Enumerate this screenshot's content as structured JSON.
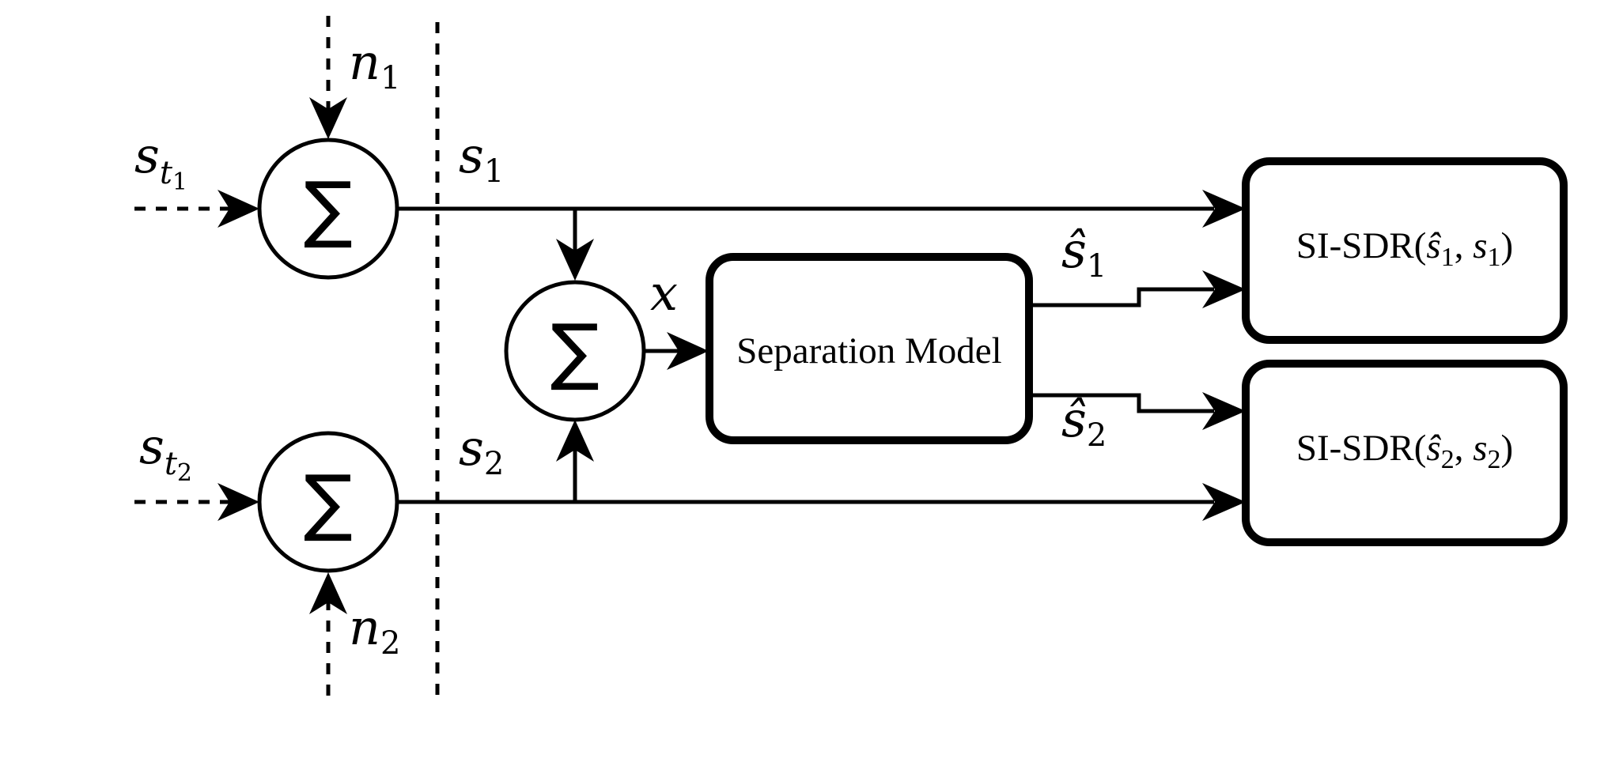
{
  "summing_nodes": {
    "top": "∑",
    "bottom": "∑",
    "mix": "∑"
  },
  "labels": {
    "st1_base": "s",
    "st1_sub": "t",
    "st1_subsub": "1",
    "st2_base": "s",
    "st2_sub": "t",
    "st2_subsub": "2",
    "n1_base": "n",
    "n1_sub": "1",
    "n2_base": "n",
    "n2_sub": "2",
    "s1_base": "s",
    "s1_sub": "1",
    "s2_base": "s",
    "s2_sub": "2",
    "x": "x",
    "s1hat_base": "ŝ",
    "s1hat_sub": "1",
    "s2hat_base": "ŝ",
    "s2hat_sub": "2"
  },
  "boxes": {
    "separation_model": "Separation Model",
    "sisdr_1": {
      "prefix": "SI-SDR(",
      "a": "ŝ",
      "a_sub": "1",
      "comma": ", ",
      "b": "s",
      "b_sub": "1",
      "suffix": ")"
    },
    "sisdr_2": {
      "prefix": "SI-SDR(",
      "a": "ŝ",
      "a_sub": "2",
      "comma": ", ",
      "b": "s",
      "b_sub": "2",
      "suffix": ")"
    }
  }
}
